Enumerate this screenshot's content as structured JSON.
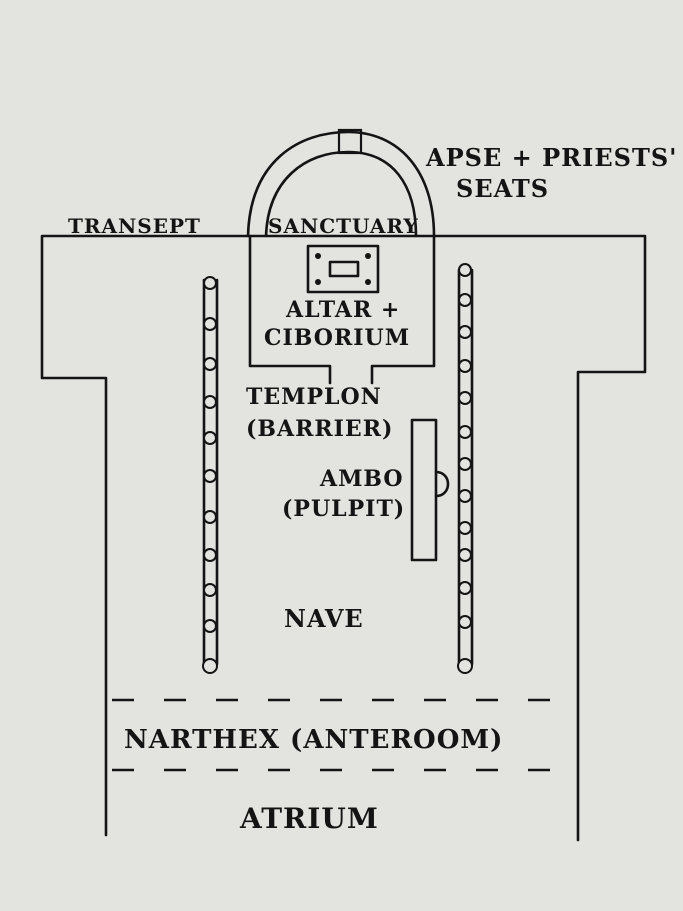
{
  "labels": {
    "apse_line1": "APSE + PRIESTS'",
    "apse_line2": "SEATS",
    "transept": "TRANSEPT",
    "sanctuary": "SANCTUARY",
    "altar_line1": "ALTAR +",
    "altar_line2": "CIBORIUM",
    "templon_line1": "TEMPLON",
    "templon_line2": "(BARRIER)",
    "ambo_line1": "AMBO",
    "ambo_line2": "(PULPIT)",
    "nave": "NAVE",
    "narthex": "NARTHEX (ANTEROOM)",
    "atrium": "ATRIUM"
  },
  "colors": {
    "ink": "#141414",
    "paper": "#e3e3df"
  }
}
